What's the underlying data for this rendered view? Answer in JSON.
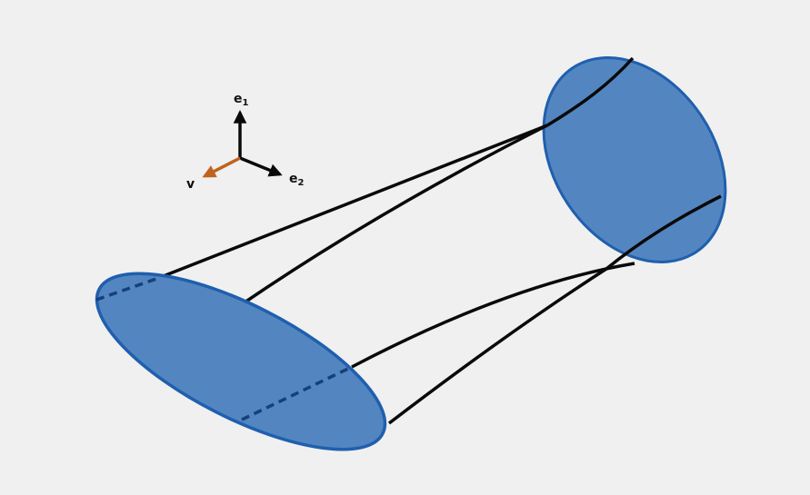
{
  "axes": {
    "e1_label": "e",
    "e1_sub": "1",
    "e2_label": "e",
    "e2_sub": "2",
    "v_label": "v"
  },
  "colors": {
    "background": "#f0f0f0",
    "disk_fill": "#5386c0",
    "disk_edge": "#1f5fae",
    "line": "#0a0a0a",
    "v_arrow": "#c0621f",
    "axis_arrow": "#0a0a0a"
  }
}
